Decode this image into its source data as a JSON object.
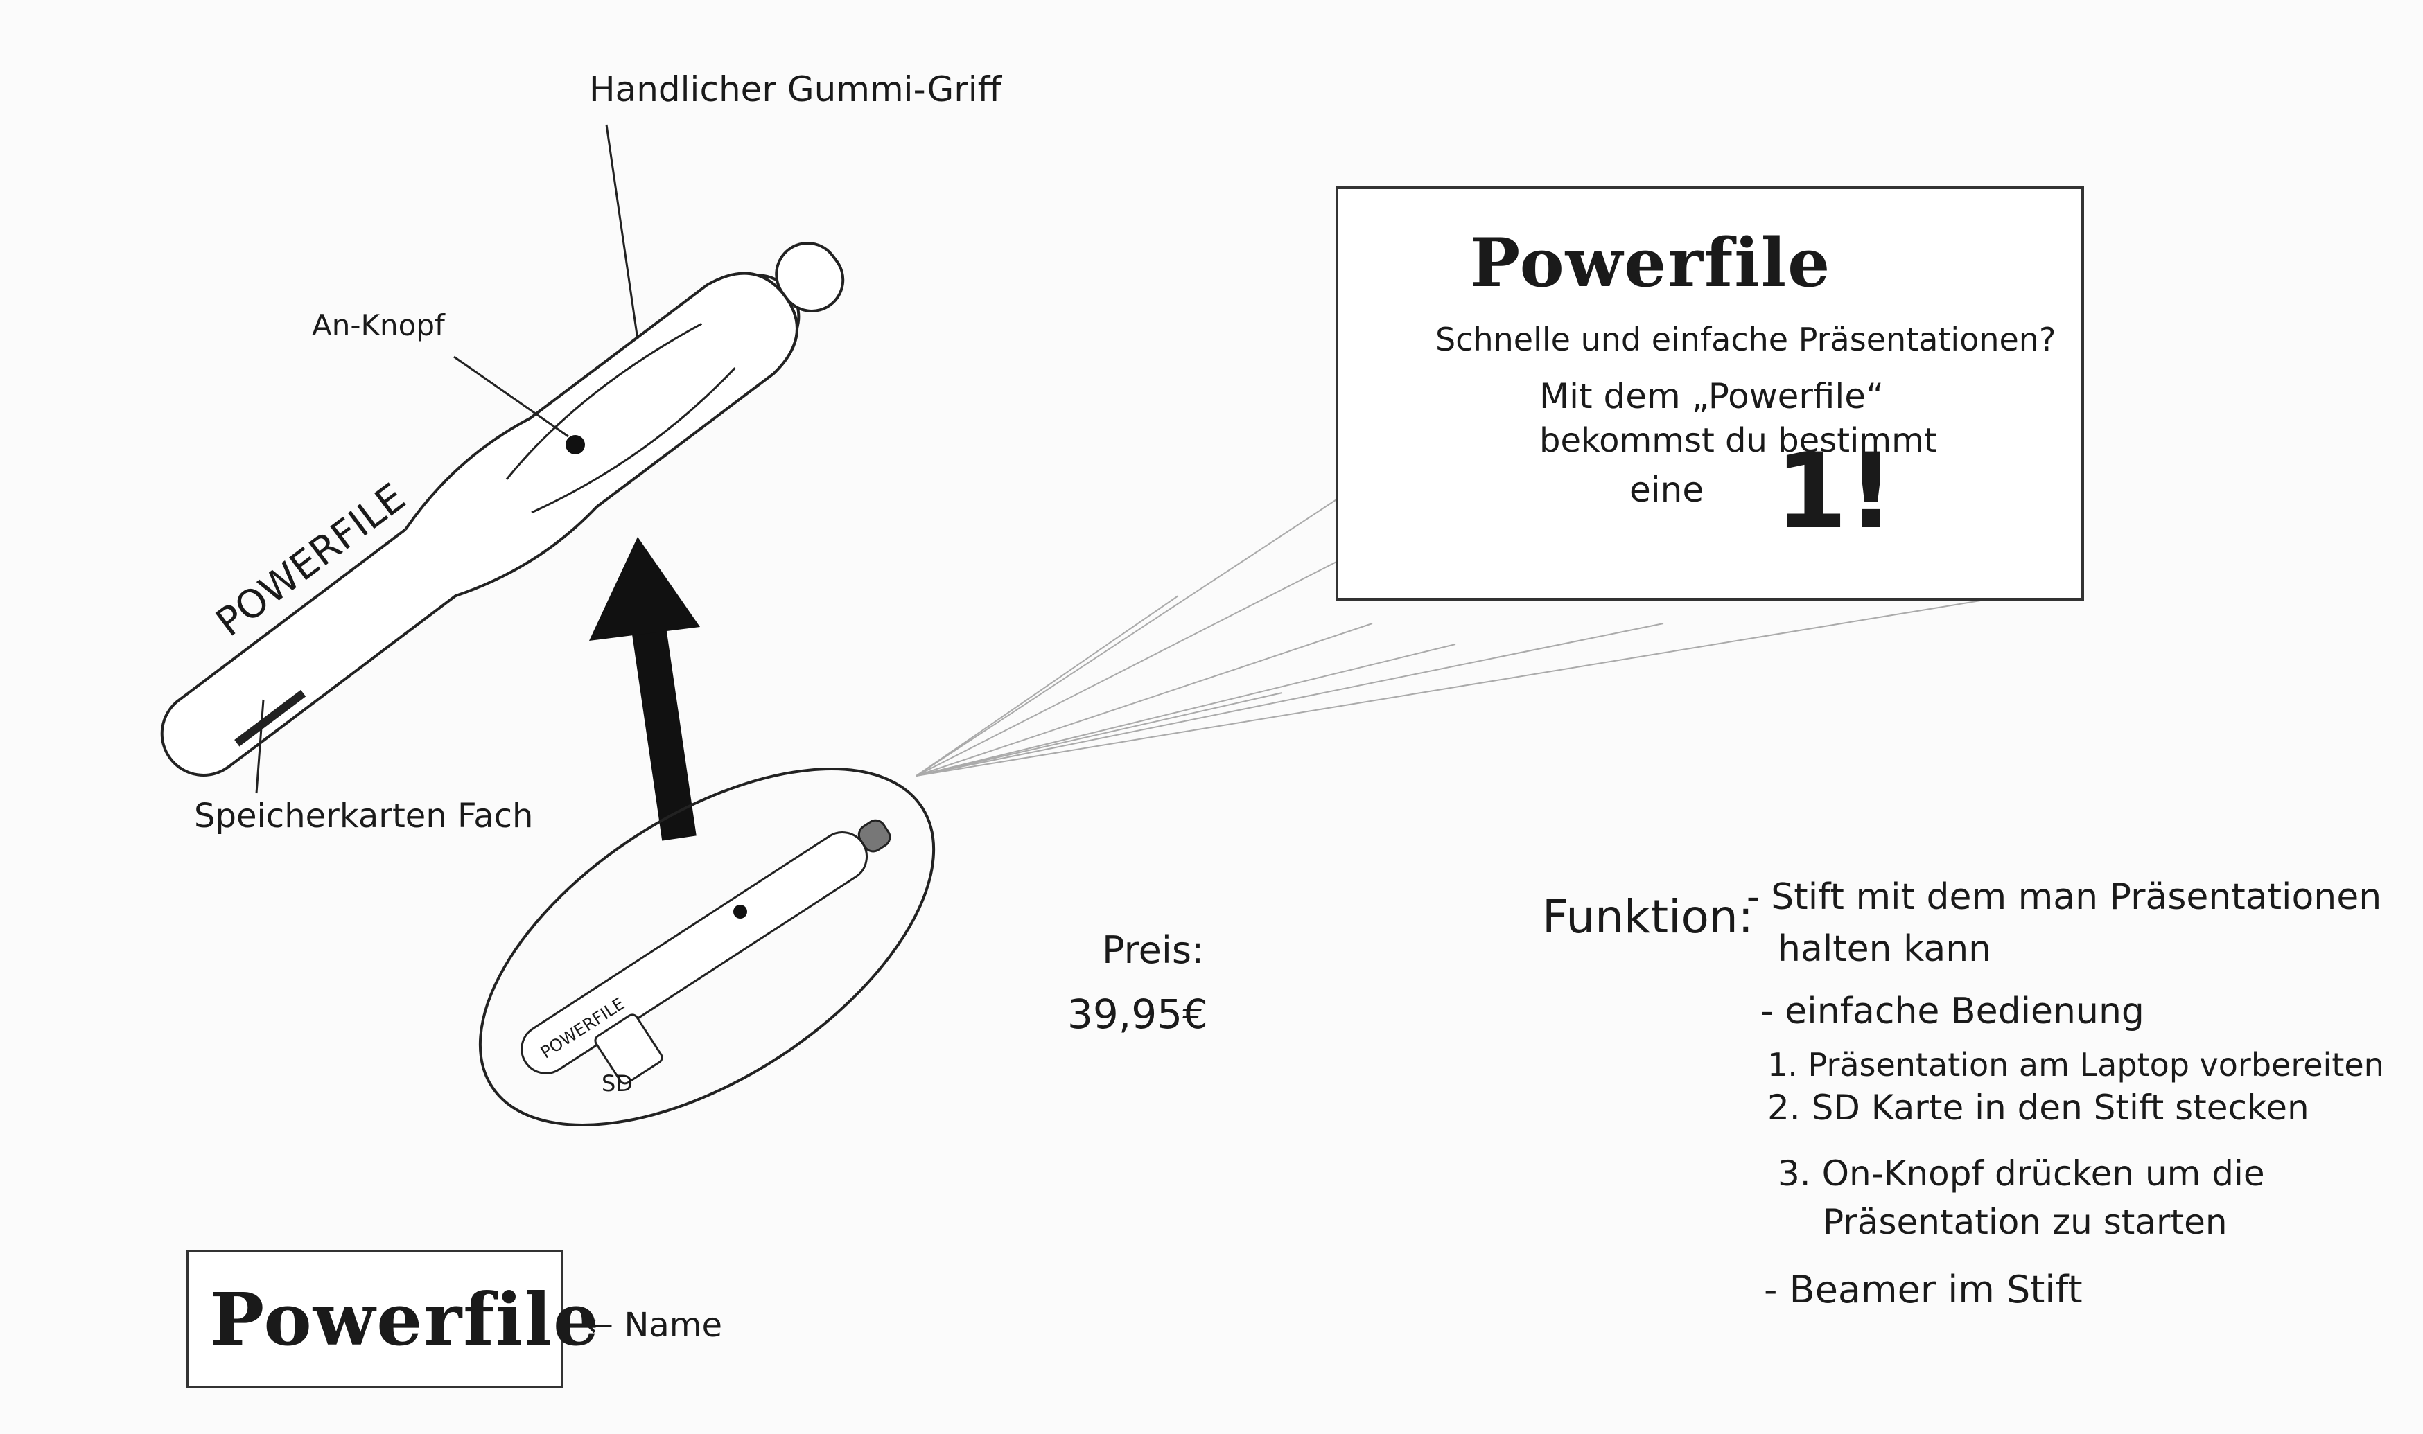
{
  "labels": {
    "grip": "Handlicher Gummi-Griff",
    "button": "An-Knopf",
    "card_slot": "Speicherkarten Fach",
    "pen_brand": "POWERFILE",
    "small_pen_brand": "POWERFILE",
    "sd": "SD",
    "name_pointer": "← Name"
  },
  "ad": {
    "logo": "Powerfile",
    "headline": "Schnelle und einfache Präsentationen?",
    "line1": "Mit dem „Powerfile“",
    "line2": "bekommst du bestimmt",
    "line3": "eine",
    "grade": "1!"
  },
  "price": {
    "label": "Preis:",
    "value": "39,95€"
  },
  "function": {
    "label": "Funktion:",
    "items": [
      "- Stift mit dem man Präsentationen",
      "halten kann",
      "- einfache Bedienung",
      "1. Präsentation am Laptop vorbereiten",
      "2. SD Karte in den Stift stecken",
      "3. On-Knopf drücken um die",
      "Präsentation zu starten",
      "- Beamer im Stift"
    ]
  },
  "name_box": {
    "logo": "Powerfile"
  }
}
